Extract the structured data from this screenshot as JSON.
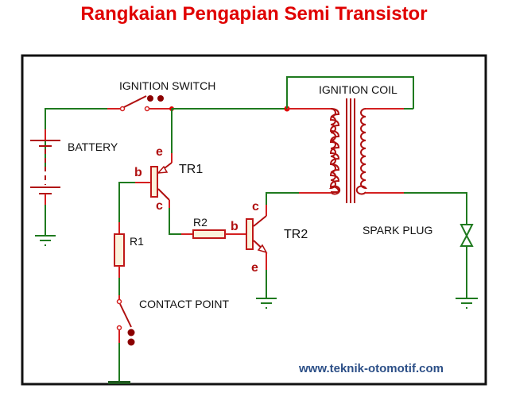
{
  "title": "Rangkaian Pengapian Semi Transistor",
  "labels": {
    "ignition_switch": "IGNITION SWITCH",
    "battery": "BATTERY",
    "ignition_coil": "IGNITION COIL",
    "tr1": "TR1",
    "tr2": "TR2",
    "r1": "R1",
    "r2": "R2",
    "spark_plug": "SPARK PLUG",
    "contact_point": "CONTACT POINT"
  },
  "pins": {
    "tr1_emitter": "e",
    "tr1_base": "b",
    "tr1_collector": "c",
    "tr2_collector": "c",
    "tr2_base": "b",
    "tr2_emitter": "e"
  },
  "website": "www.teknik-otomotif.com",
  "colors": {
    "title": "#e00000",
    "wire_green": "#1f7a1f",
    "wire_red": "#d42020",
    "url": "#2c4f87"
  }
}
